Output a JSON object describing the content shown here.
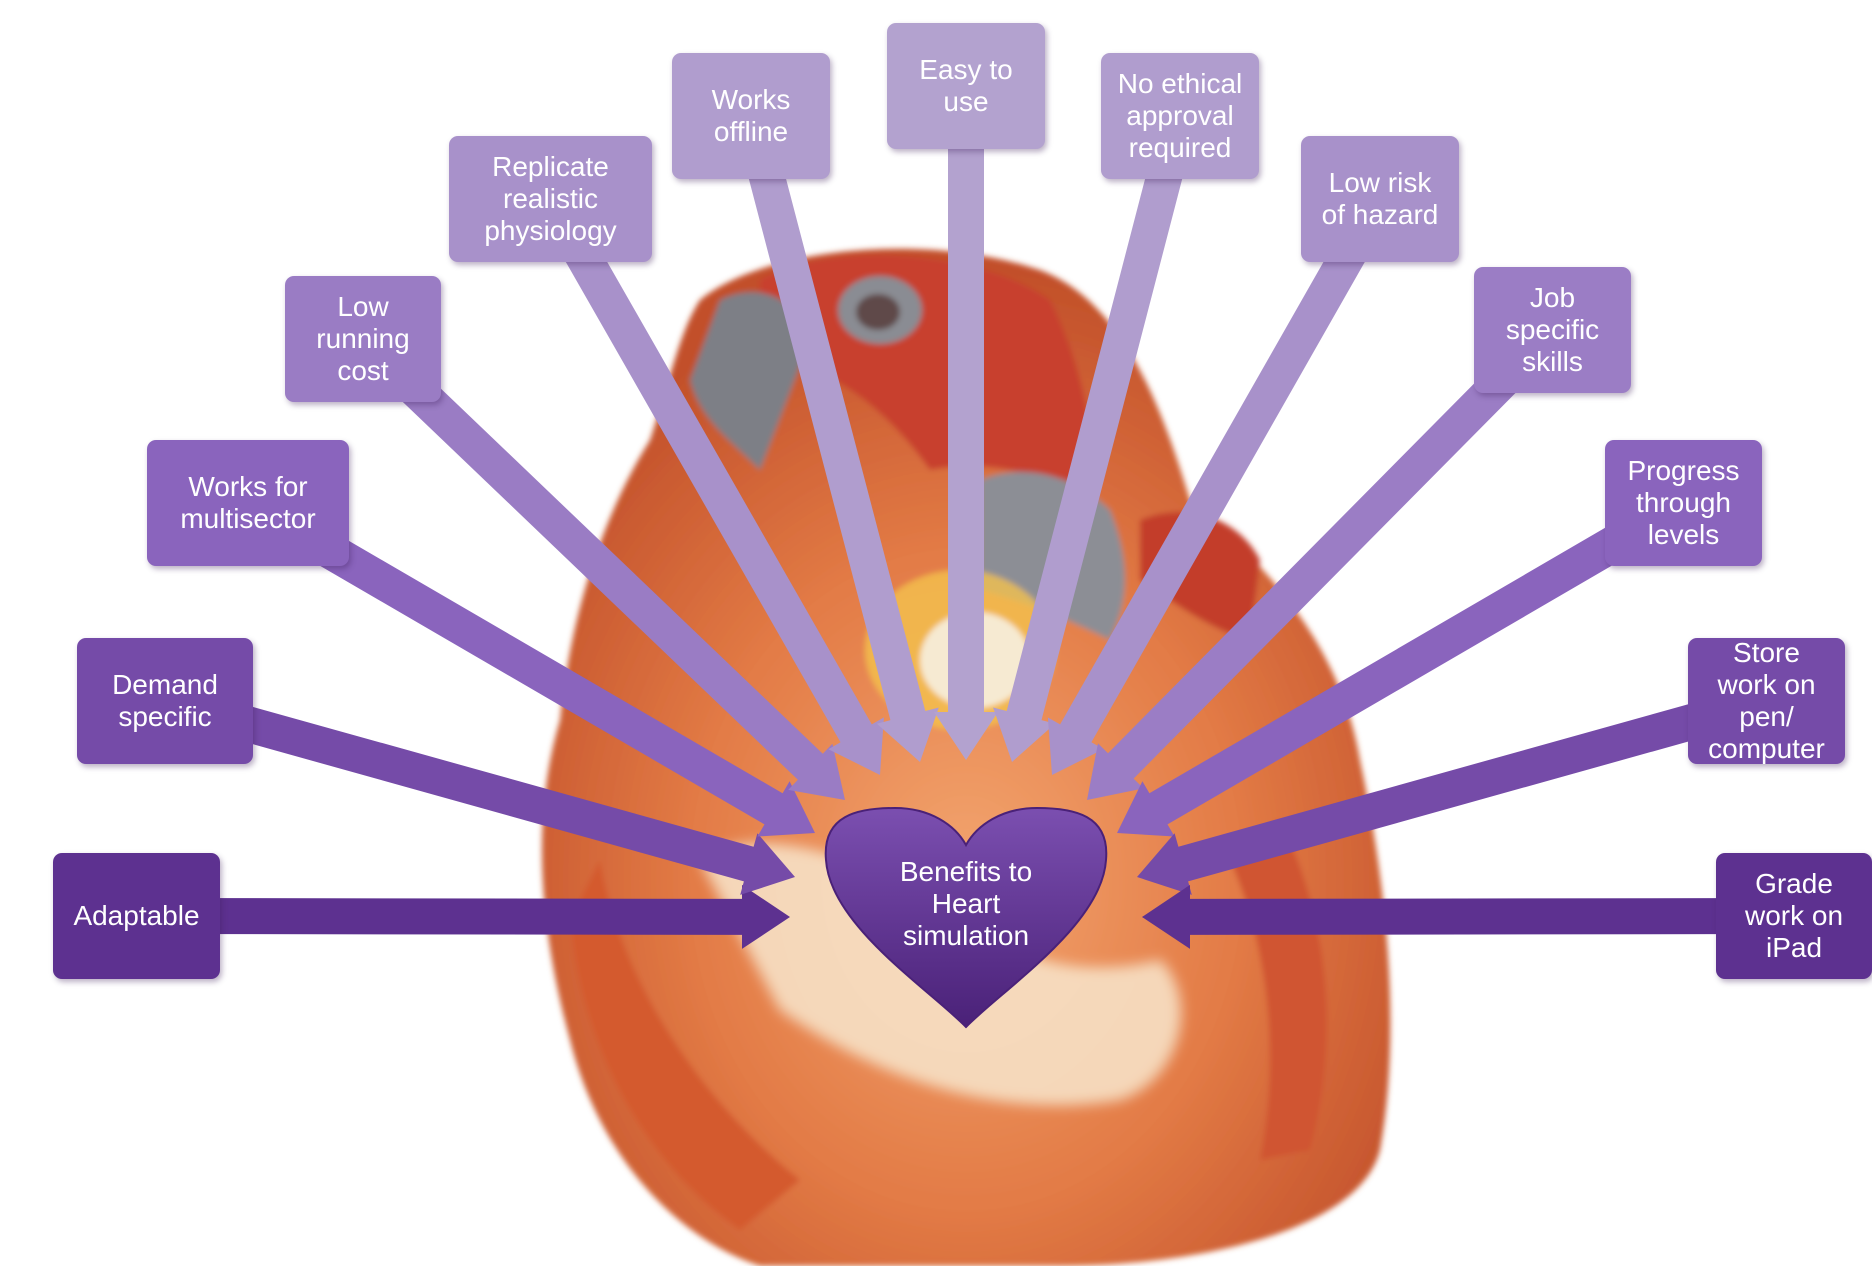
{
  "center": {
    "label": "Benefits to\nHeart\nsimulation"
  },
  "benefits": [
    {
      "id": "adaptable",
      "label": "Adaptable"
    },
    {
      "id": "demand-specific",
      "label": "Demand\nspecific"
    },
    {
      "id": "works-for-multisector",
      "label": "Works for\nmultisector"
    },
    {
      "id": "low-running-cost",
      "label": "Low\nrunning\ncost"
    },
    {
      "id": "replicate-realistic-physiology",
      "label": "Replicate\nrealistic\nphysiology"
    },
    {
      "id": "works-offline",
      "label": "Works\noffline"
    },
    {
      "id": "easy-to-use",
      "label": "Easy to\nuse"
    },
    {
      "id": "no-ethical-approval-required",
      "label": "No ethical\napproval\nrequired"
    },
    {
      "id": "low-risk-of-hazard",
      "label": "Low risk\nof hazard"
    },
    {
      "id": "job-specific-skills",
      "label": "Job\nspecific\nskills"
    },
    {
      "id": "progress-through-levels",
      "label": "Progress\nthrough\nlevels"
    },
    {
      "id": "store-work-on-pen-computer",
      "label": "Store\nwork on\npen/\ncomputer"
    },
    {
      "id": "grade-work-on-ipad",
      "label": "Grade\nwork on\niPad"
    }
  ],
  "colors": {
    "dark_purple": "#5b2f8e",
    "mid_purple": "#8a63bd",
    "light_purple": "#b3a2cf",
    "heart_fill": "#5c2e90"
  },
  "background_image": "heart-anatomical-model"
}
